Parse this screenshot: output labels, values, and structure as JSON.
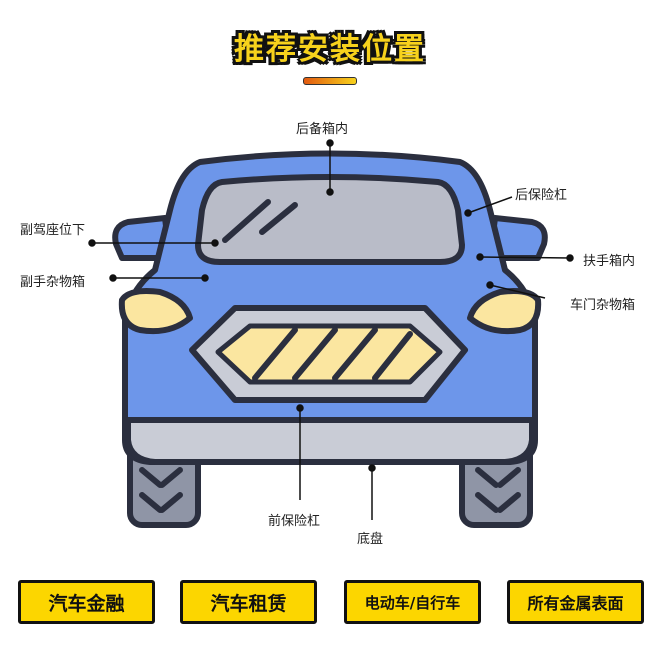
{
  "title": "推荐安装位置",
  "labels": {
    "trunk": "后备箱内",
    "rear_bumper": "后保险杠",
    "passenger_seat": "副驾座位下",
    "armrest": "扶手箱内",
    "glovebox": "副手杂物箱",
    "door_pocket": "车门杂物箱",
    "front_bumper": "前保险杠",
    "chassis": "底盘"
  },
  "buttons": [
    "汽车金融",
    "汽车租赁",
    "电动车/自行车",
    "所有金属表面"
  ],
  "colors": {
    "body": "#6d96ea",
    "outline": "#2b2f3f",
    "accent": "#fcd600"
  }
}
